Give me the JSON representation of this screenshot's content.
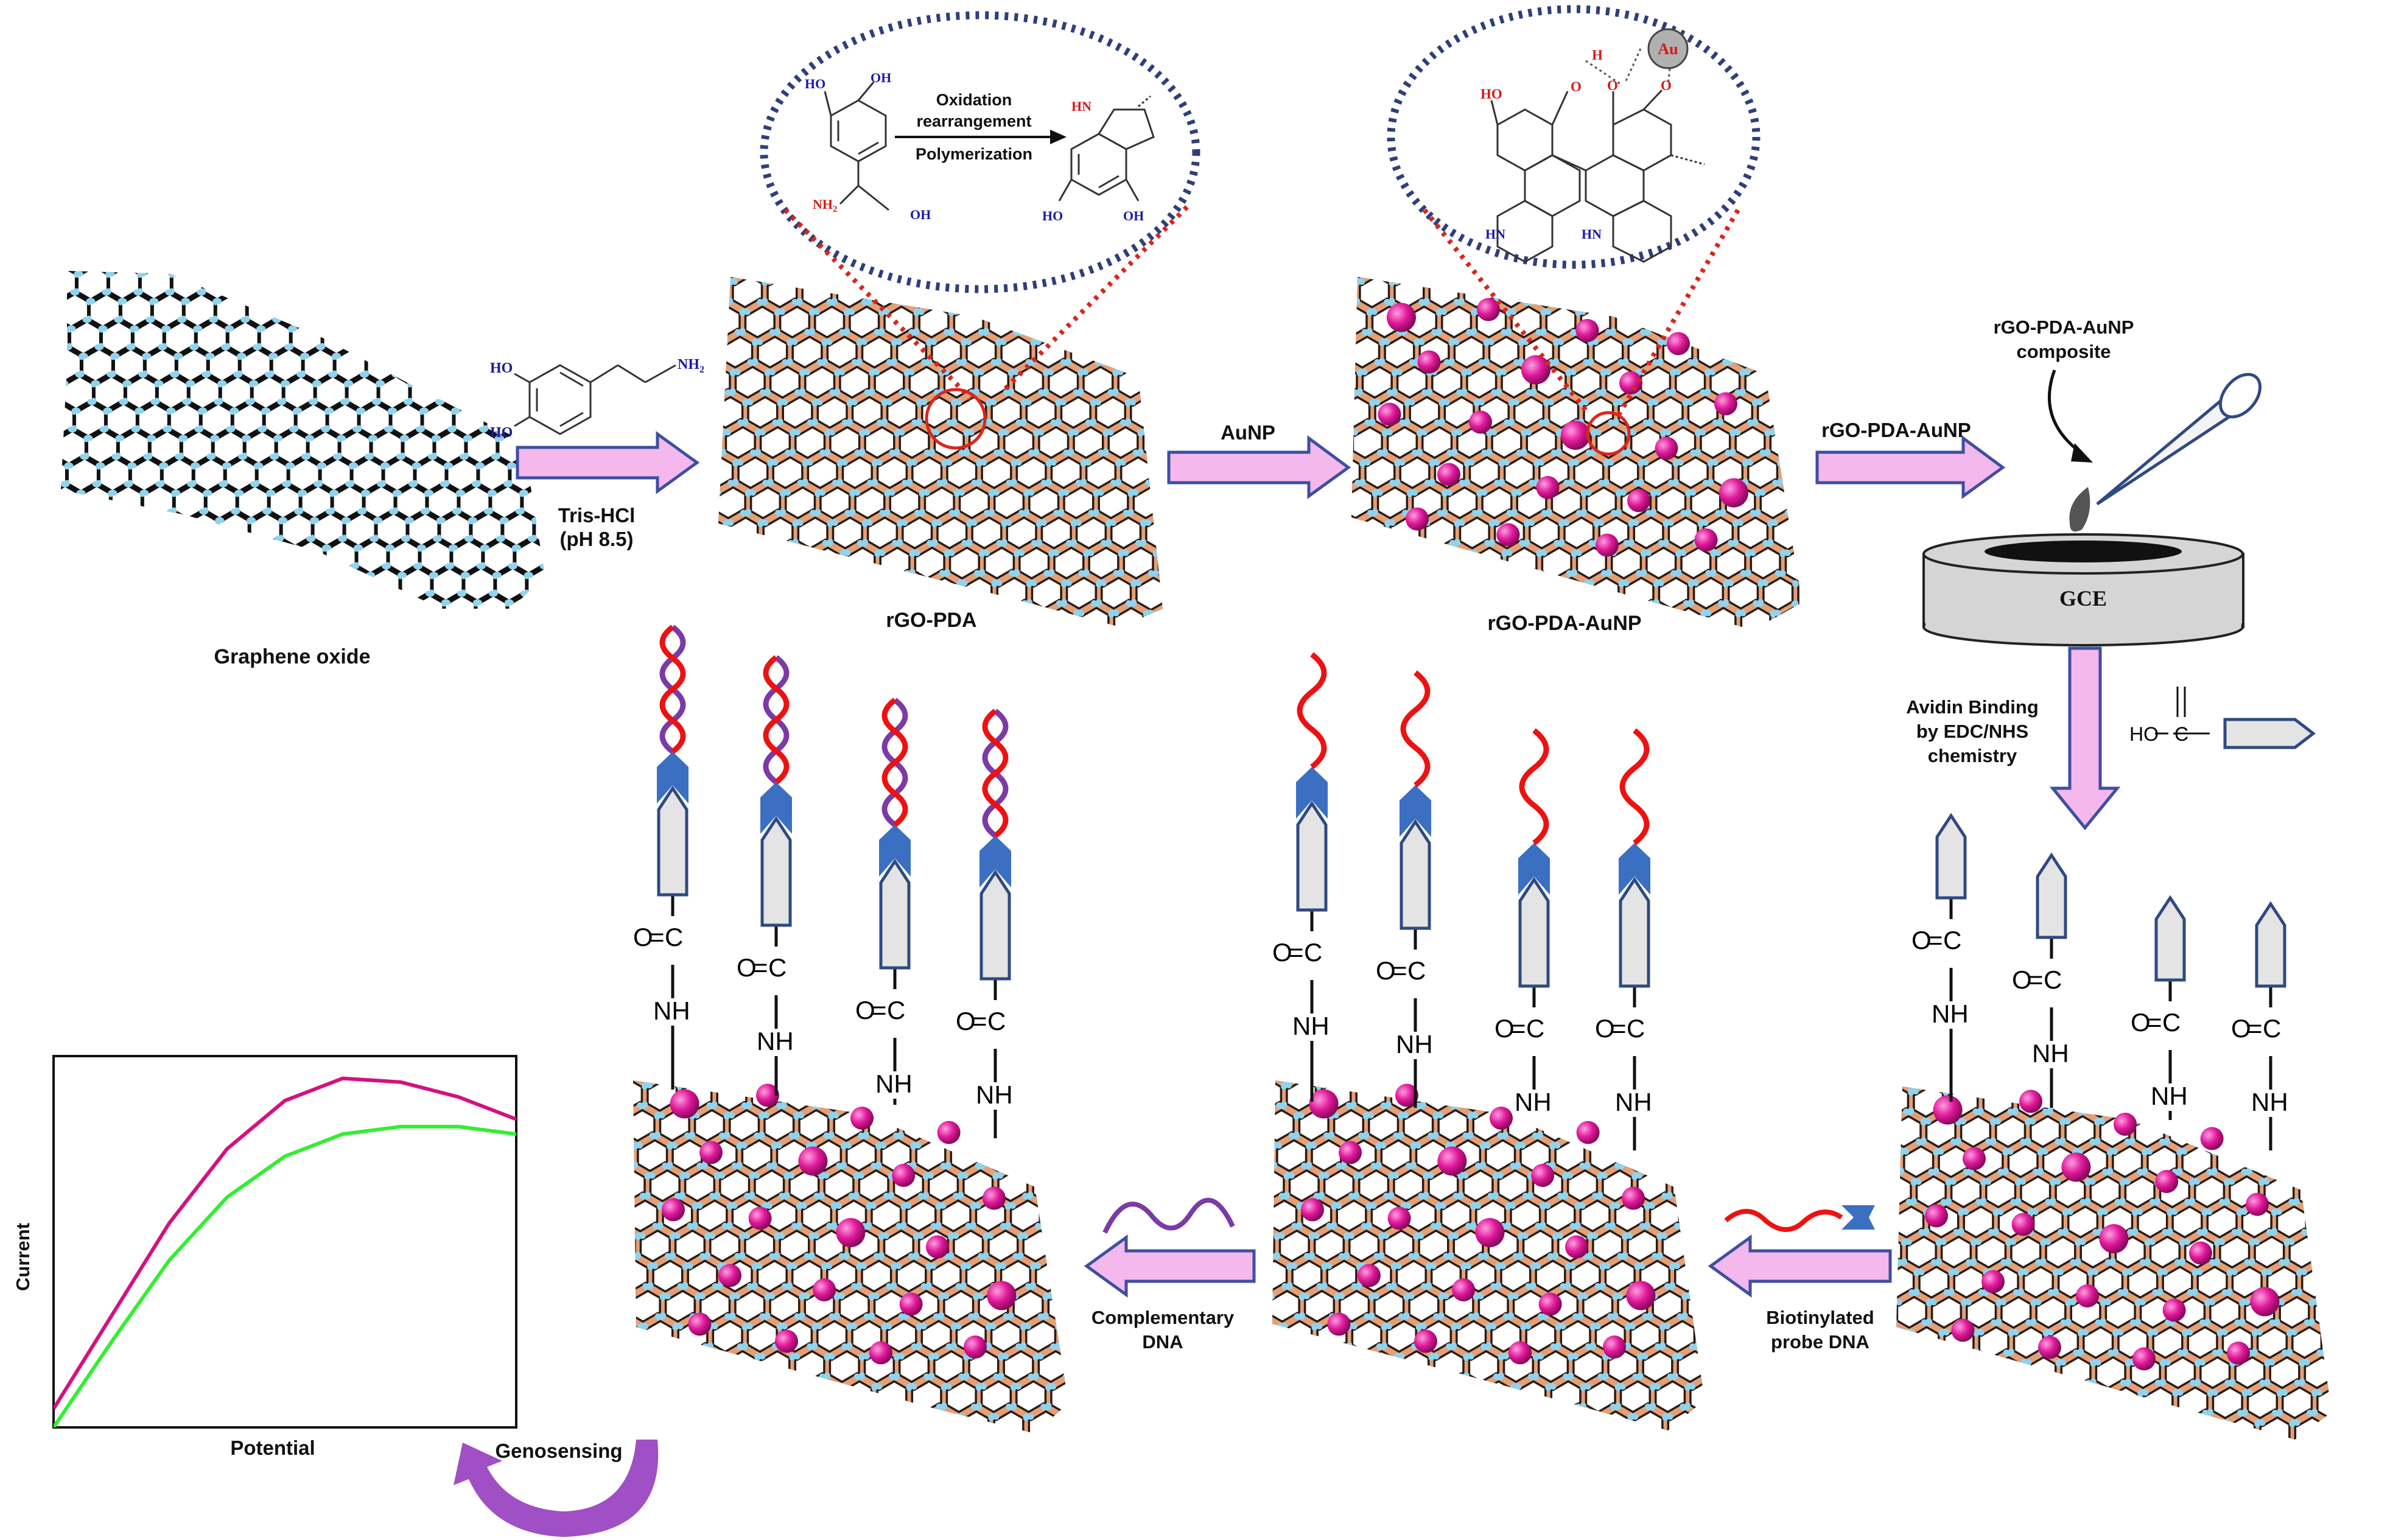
{
  "labels": {
    "graphene_oxide": "Graphene oxide",
    "tris_1": "Tris-HCl",
    "tris_2": "(pH 8.5)",
    "rgo_pda": "rGO-PDA",
    "aunp_step": "AuNP",
    "rgo_pda_aunp": "rGO-PDA-AuNP",
    "rgo_pda_aunp_arrow": "rGO-PDA-AuNP",
    "composite_1": "rGO-PDA-AuNP",
    "composite_2": "composite",
    "gce": "GCE",
    "avidin_1": "Avidin  Binding",
    "avidin_2": "by EDC/NHS",
    "avidin_3": "chemistry",
    "ho": "HO",
    "c": "C",
    "biotin_1": "Biotinylated",
    "biotin_2": "probe DNA",
    "comp_1": "Complementary",
    "comp_2": "DNA",
    "current": "Current",
    "potential": "Potential",
    "genosensing": "Genosensing"
  },
  "reaction_text": {
    "r1": "Oxidation",
    "r2": "rearrangement",
    "r3": "Polymerization"
  },
  "chem_atoms": {
    "ho": "HO",
    "oh": "OH",
    "nh2": "NH",
    "nh2_sub": "2",
    "hn": "HN",
    "h": "H",
    "o": "O",
    "au": "Au"
  },
  "linker": {
    "o": "O",
    "eq": "=",
    "c": "C",
    "nh": "NH"
  },
  "colors": {
    "graphene_node": "#8fd3ee",
    "graphene_bond": "#111111",
    "rgo_bond": "#e3a077",
    "aunp": "#e0189a",
    "arrow_fill": "#f4b8ec",
    "arrow_stroke": "#3d4fa0",
    "dotted_ellipse": "#2e3f7a",
    "dotted_red": "#d9261c",
    "dna_probe": "#ee1111",
    "dna_comp": "#7b3aa6",
    "avidin_fill": "#e4e4e4",
    "avidin_stroke": "#2f4a80",
    "biotin": "#3b6fc2",
    "curve_before": "#d4117f",
    "curve_after": "#33ee33",
    "geno_arrow": "#a04fc4",
    "reaction_red": "#d61a1a",
    "atom_blue": "#1a1aa8"
  },
  "chart_data": {
    "type": "line",
    "xlabel": "Potential",
    "ylabel": "Current",
    "series": [
      {
        "color": "#d4117f",
        "values": [
          0.05,
          0.3,
          0.55,
          0.75,
          0.88,
          0.94,
          0.93,
          0.89,
          0.83
        ]
      },
      {
        "color": "#33ee33",
        "values": [
          0.0,
          0.23,
          0.45,
          0.62,
          0.73,
          0.79,
          0.81,
          0.81,
          0.79
        ]
      }
    ]
  }
}
